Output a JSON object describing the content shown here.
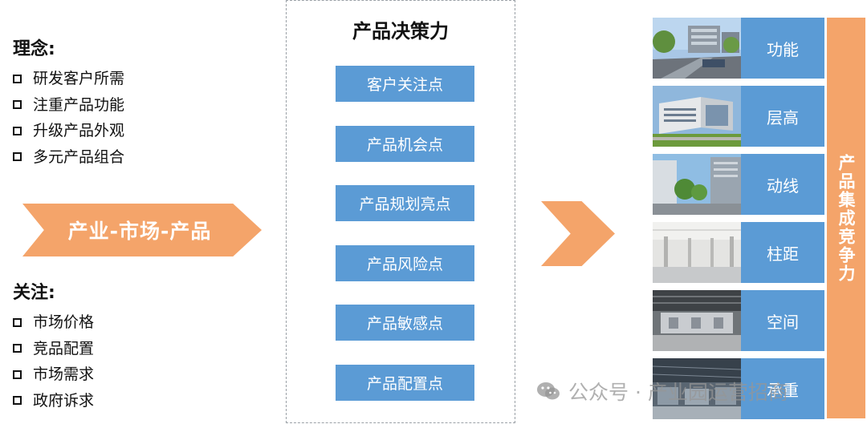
{
  "concept": {
    "title": "理念:",
    "items": [
      "研发客户所需",
      "注重产品功能",
      "升级产品外观",
      "多元产品组合"
    ]
  },
  "focus": {
    "title": "关注:",
    "items": [
      "市场价格",
      "竞品配置",
      "市场需求",
      "政府诉求"
    ]
  },
  "flow_label": "产业-市场-产品",
  "decision": {
    "title": "产品决策力",
    "points": [
      "客户关注点",
      "产品机会点",
      "产品规划亮点",
      "产品风险点",
      "产品敏感点",
      "产品配置点"
    ]
  },
  "features": [
    "功能",
    "层高",
    "动线",
    "柱距",
    "空间",
    "承重"
  ],
  "competitiveness": "产品集成竞争力",
  "watermark": "公众号 · 产业园运营招商",
  "colors": {
    "accent_orange": "#f4a46a",
    "accent_blue": "#5b9bd5"
  }
}
